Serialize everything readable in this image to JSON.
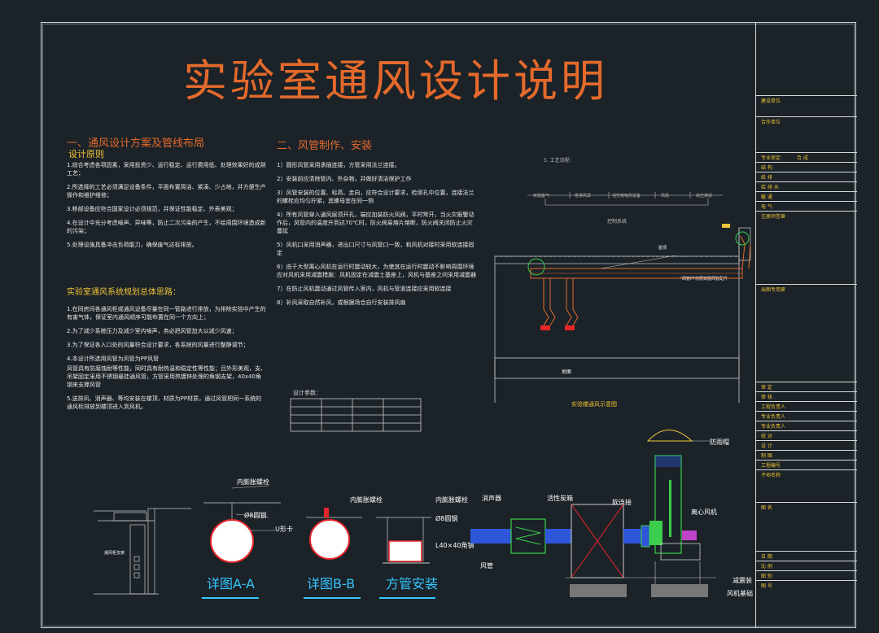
{
  "title": "实验室通风设计说明",
  "section1": {
    "heading": "一、通风设计方案及管线布局",
    "sub_principles": "设计原则",
    "principles": [
      "1.综合考虑各项因素，采用投资少、运行稳定、运行费用低、处理效果好的成熟工艺；",
      "2.所选择的工艺必须满足设备条件，平面布置简洁、紧凑、少占地，并方便生产操作和维护维修；",
      "3.移部设备应符合国家设计必须规范，并保证性能稳定、外表美观；",
      "4.在设计中充分考虑噪声、异味等，防止二次污染的产生，不给周围环境造成新的污染；",
      "5.处理设施具备冲击负荷能力，确保废气达标排放。"
    ],
    "sub_overall": "实验室通风系统规划总体思路：",
    "overall": [
      "1.在同房间各通风柜或通风设备尽量在同一管路进行排放，为排除实验中产生的有害气体，保证室内通风顺序可能布置在同一个方向上；",
      "2.为了减少系统压力及减少室内噪声，务必把风管加大以减少风速；",
      "3.为了保证各入口处的风量符合设计要求，各系统的风量进行整静调节；",
      "4.本设计所选用风管为风管为PP风管",
      "风管具有防腐蚀耐等性能，同时具有耐热温和稳定性等性能；且外形美观，支、吊架固定采用不锈钢悬挂通风管，方管采用热镀锌处理的角钢支架，40x40角钢来支撑风管",
      "5.送排风、消声器、等均安装在楼顶，材质为PP材质，通过风管把同一系统的通风柜排放到楼顶进入到风机。"
    ]
  },
  "section2": {
    "heading": "二、风管制作、安装",
    "items": [
      "1）圆形风管采用承插连接，方管采用法兰连接。",
      "2）安装前应清除管内、外杂物，并做好清洁保护工作",
      "3）风管安装的位置、标高、走向，应符合设计要求，检测孔中位置，连接法兰的螺栓应均匀拧紧，其螺母宜在同一侧",
      "4）所有风管穿入通风层须开孔，端应加装防火风阀，平时常开，当火灾报警动作后，风管内的温度升到达70℃时，防火阀易熔片熔断，防火阀关闭防止火灾蔓延",
      "5）风机口采用消声器，进出口尺寸与风管口一致，和风机对接时采用软连接固定",
      "6）由于大型离心风机在运行时震动较大，为使其在运行时震动不影响周围环境应对风机采用减震措施：风机固定在减震土基座上，风机与基座之间采用减震器",
      "7）在防止风机震动通过风管传入室内，风机与管道连接应采用软连接",
      "8）补风采取自然补风，或根据场合自行安装排风扇"
    ],
    "small_table_label": "设计参数："
  },
  "diagram": {
    "flow_title": "5. 工艺流程：",
    "flow_steps": [
      "实验废气",
      "柜排风罩",
      "活性炭吸附设备",
      "风机",
      "高空排放"
    ],
    "flow_sub": "控制系统",
    "elevation_caption": "实验楼通风示意图",
    "roof_label": "屋顶",
    "duct_note": "风管PP材质双层风管配件",
    "ground_label": "地面"
  },
  "details": {
    "detail_a": "详图A-A",
    "detail_b": "详图B-B",
    "square_install": "方管安装",
    "label_duct": "风管",
    "label_rod": "内膨胀螺栓",
    "label_phi8": "Ø8圆钢",
    "label_clamp": "U形卡",
    "label_angle": "L40×40角钢",
    "label_wall": "通风柜支架",
    "label_hood": "防雨帽",
    "label_silencer": "消声器",
    "label_carbon": "活性炭箱",
    "label_soft": "软连接",
    "label_fan": "离心风机",
    "label_duct2": "风管",
    "label_vibration": "减震装",
    "label_fanbase": "风机基础"
  },
  "title_block": {
    "rows": [
      {
        "label": "建设单位",
        "value": ""
      },
      {
        "label": "合作单位",
        "value": ""
      },
      {
        "label": "专业审定",
        "value": "合 成"
      },
      {
        "label": "结 构",
        "value": ""
      },
      {
        "label": "给 排",
        "value": ""
      },
      {
        "label": "给 排 水",
        "value": ""
      },
      {
        "label": "暖 通",
        "value": ""
      },
      {
        "label": "电 气",
        "value": ""
      },
      {
        "label": "注册师签章",
        "value": ""
      },
      {
        "label": "出图专用章",
        "value": ""
      },
      {
        "label": "审 定",
        "value": ""
      },
      {
        "label": "审 核",
        "value": ""
      },
      {
        "label": "工程负责人",
        "value": ""
      },
      {
        "label": "专业负责人",
        "value": ""
      },
      {
        "label": "专业负责人",
        "value": ""
      },
      {
        "label": "校 对",
        "value": ""
      },
      {
        "label": "设 计",
        "value": ""
      },
      {
        "label": "制 图",
        "value": ""
      },
      {
        "label": "工程编号",
        "value": ""
      },
      {
        "label": "子项名称",
        "value": ""
      },
      {
        "label": "图 名",
        "value": ""
      },
      {
        "label": "日 期",
        "value": ""
      },
      {
        "label": "比 例",
        "value": ""
      },
      {
        "label": "图 别",
        "value": ""
      },
      {
        "label": "图 号",
        "value": ""
      }
    ]
  },
  "colors": {
    "background": "#1b2228",
    "accent_orange": "#e46a2c",
    "accent_yellow": "#f0c437",
    "cad_cyan": "#35c6ff",
    "duct_green": "#3ccf4e",
    "duct_blue": "#2d57d8",
    "red_line": "#e8262a"
  }
}
